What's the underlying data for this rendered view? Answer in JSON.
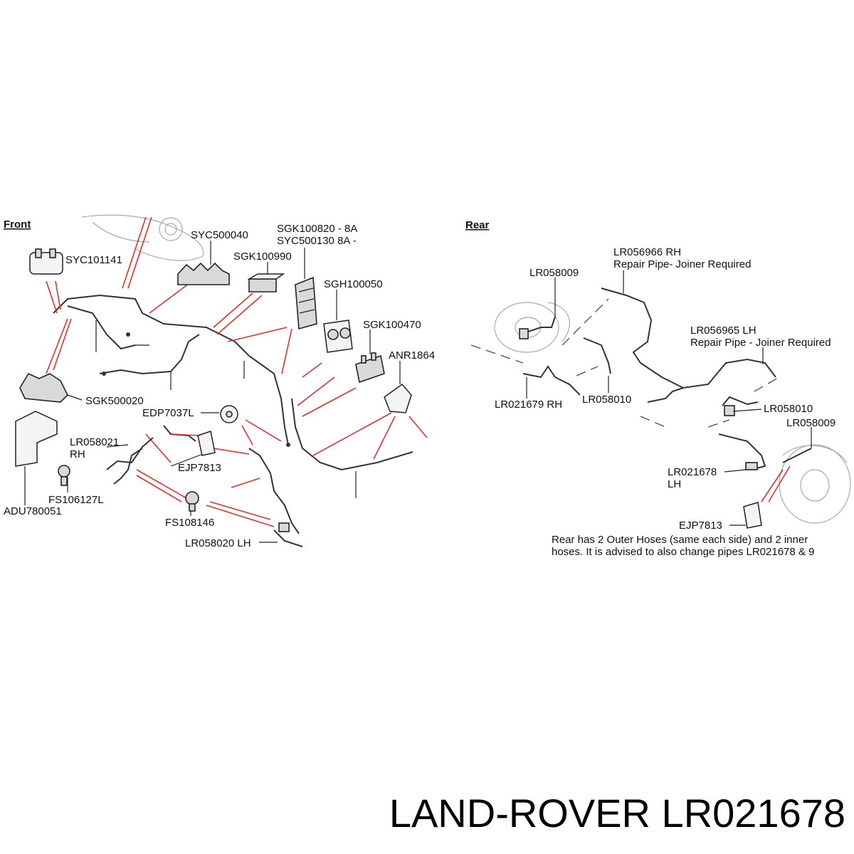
{
  "sections": {
    "front": "Front",
    "rear": "Rear"
  },
  "front_labels": {
    "syc101141": "SYC101141",
    "syc500040": "SYC500040",
    "sgk100820": "SGK100820 - 8A",
    "syc500130": "SYC500130 8A -",
    "sgk100990": "SGK100990",
    "sgh100050": "SGH100050",
    "sgk100470": "SGK100470",
    "anr1864": "ANR1864",
    "sgk500020": "SGK500020",
    "edp7037l": "EDP7037L",
    "lr058021": "LR058021",
    "lr058021_side": "RH",
    "ejp7813": "EJP7813",
    "fs106127l": "FS106127L",
    "adu780051": "ADU780051",
    "fs108146": "FS108146",
    "lr058020": "LR058020 LH"
  },
  "rear_labels": {
    "lr056966": "LR056966  RH",
    "lr056966_desc": "Repair Pipe- Joiner Required",
    "lr058009_top": "LR058009",
    "lr056965": "LR056965  LH",
    "lr056965_desc": "Repair Pipe - Joiner Required",
    "lr021679": "LR021679 RH",
    "lr058010_mid": "LR058010",
    "lr058010_right": "LR058010",
    "lr058009_right": "LR058009",
    "lr021678": "LR021678",
    "lr021678_side": "LH",
    "ejp7813": "EJP7813"
  },
  "rear_note": {
    "line1": "Rear has 2 Outer Hoses (same each side) and 2 inner",
    "line2": "hoses. It is advised to also change pipes LR021678 & 9"
  },
  "footer": {
    "title": "LAND-ROVER LR021678"
  },
  "colors": {
    "leader_red": "#e0322b",
    "ink": "#111111"
  }
}
